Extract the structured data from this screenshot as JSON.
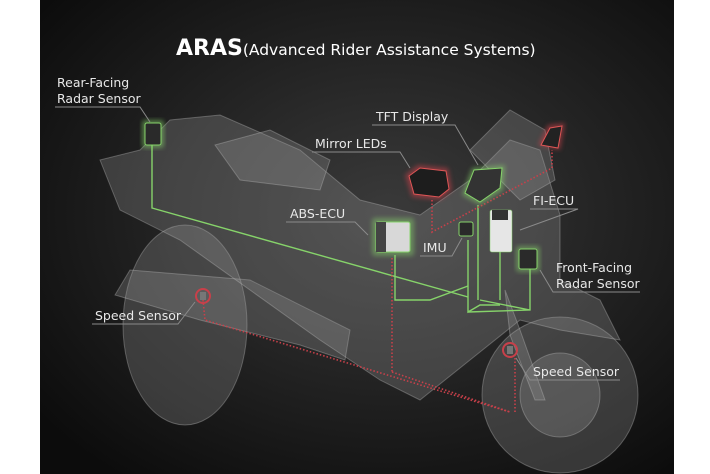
{
  "title": {
    "main": "ARAS",
    "sub": "(Advanced Rider Assistance Systems)"
  },
  "labels": {
    "rear_radar": [
      "Rear-Facing",
      "Radar Sensor"
    ],
    "mirror_leds": "Mirror LEDs",
    "tft_display": "TFT Display",
    "abs_ecu": "ABS-ECU",
    "fi_ecu": "FI-ECU",
    "imu": "IMU",
    "front_radar": [
      "Front-Facing",
      "Radar Sensor"
    ],
    "speed_sensor_rear": "Speed Sensor",
    "speed_sensor_front": "Speed Sensor"
  },
  "colors": {
    "background": "#141414",
    "network_line": "#86d36a",
    "signal_line": "#c8404a"
  }
}
